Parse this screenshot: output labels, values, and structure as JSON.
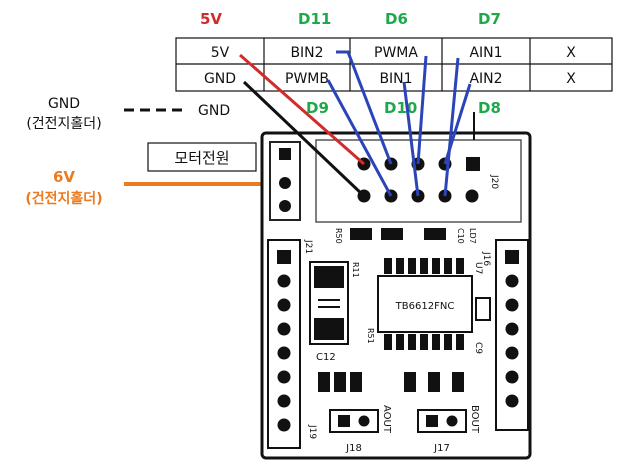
{
  "top_labels": {
    "p5v": "5V",
    "d11": "D11",
    "d6": "D6",
    "d7": "D7",
    "d9": "D9",
    "d10": "D10",
    "d8": "D8"
  },
  "pin_table": {
    "rows": [
      [
        "5V",
        "BIN2",
        "PWMA",
        "AIN1",
        "X"
      ],
      [
        "GND",
        "PWMB",
        "BIN1",
        "AIN2",
        "X"
      ]
    ]
  },
  "left_labels": {
    "gnd_name": "GND",
    "gnd_sub": "(건전지홀더)",
    "gnd_arrow_label": "GND",
    "v6_name": "6V",
    "v6_sub": "(건전지홀더)",
    "motor_power": "모터전원"
  },
  "board": {
    "chip": "TB6612FNC",
    "j20": "J20",
    "j21": "J21",
    "j16": "J16",
    "j17": "J17",
    "j18": "J18",
    "j19": "J19",
    "c12": "C12",
    "c10": "C10",
    "c9": "C9",
    "r50": "R50",
    "r51": "R51",
    "r11": "R11",
    "u7": "U7",
    "ld7": "LD7",
    "aout": "AOUT",
    "bout": "BOUT"
  },
  "colors": {
    "red": "#d22b2b",
    "green": "#1fa84a",
    "orange": "#ec7a1e",
    "blue": "#2b44b8",
    "black": "#111111"
  }
}
